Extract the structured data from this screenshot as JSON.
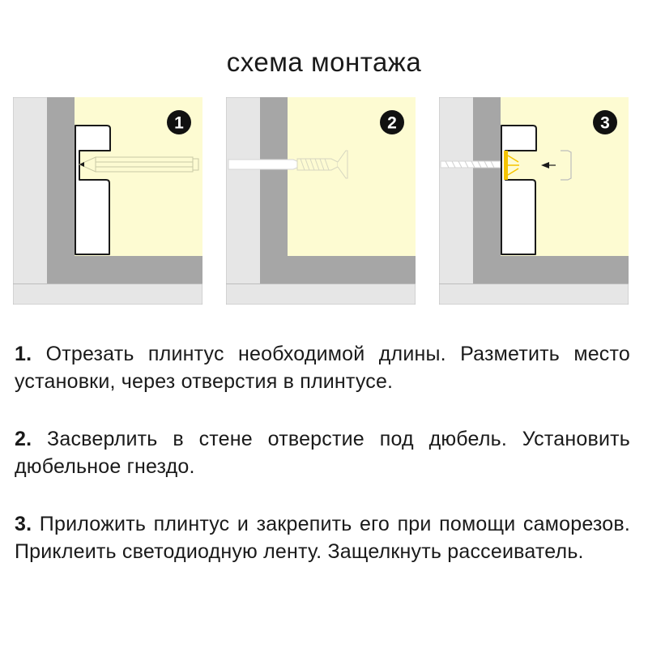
{
  "title": "схема монтажа",
  "panels": [
    {
      "badge": "1"
    },
    {
      "badge": "2"
    },
    {
      "badge": "3"
    }
  ],
  "steps": [
    {
      "number": "1.",
      "text": "Отрезать плинтус необходимой длины. Разметить место установки, через отверстия в плинтусе."
    },
    {
      "number": "2.",
      "text": "Засверлить в стене отверстие под дюбель. Установить дюбельное гнездо."
    },
    {
      "number": "3.",
      "text": "Приложить плинтус и закрепить его при помощи саморезов. Приклеить светодиодную ленту. Защелкнуть рассеиватель."
    }
  ],
  "colors": {
    "wall_yellow": "#fdfbd2",
    "concrete_gray": "#a6a6a6",
    "light_gray": "#e6e6e6",
    "outline": "#bdbdbd",
    "led": "#f5c400"
  }
}
